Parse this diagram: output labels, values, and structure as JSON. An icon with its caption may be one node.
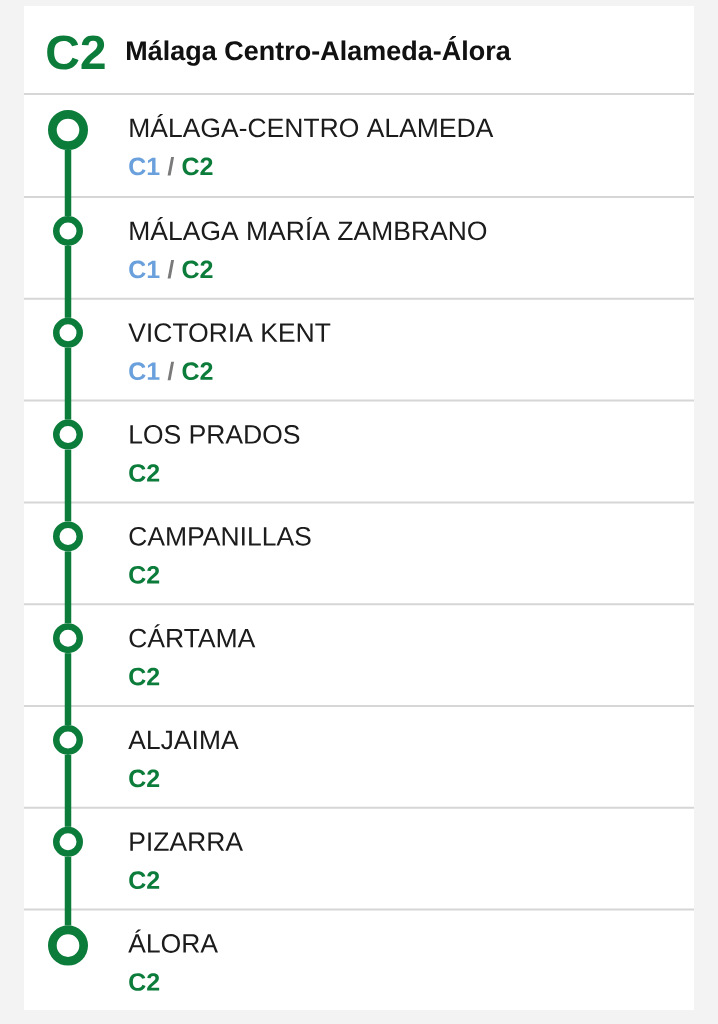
{
  "diagram": {
    "title": "Málaga Centro-Alameda-Álora",
    "nodes": [
      {
        "text": [],
        "shape": "circle",
        "beside": [
          "MÁLAGA-CENTRO ALAMEDA",
          "C1",
          "/",
          "C2"
        ]
      },
      {
        "text": [],
        "shape": "circle",
        "beside": [
          "MÁLAGA MARÍA ZAMBRANO",
          "C1",
          "/",
          "C2"
        ]
      },
      {
        "text": [],
        "shape": "circle",
        "beside": [
          "VICTORIA KENT",
          "C1",
          "/",
          "C2"
        ]
      },
      {
        "text": [],
        "shape": "circle",
        "beside": [
          "LOS PRADOS",
          "C2"
        ]
      },
      {
        "text": [],
        "shape": "circle",
        "beside": [
          "CAMPANILLAS",
          "C2"
        ]
      },
      {
        "text": [],
        "shape": "circle",
        "beside": [
          "CÁRTAMA",
          "C2"
        ]
      },
      {
        "text": [],
        "shape": "circle",
        "beside": [
          "ALJAIMA",
          "C2"
        ]
      },
      {
        "text": [],
        "shape": "circle",
        "beside": [
          "PIZARRA",
          "C2"
        ]
      },
      {
        "text": [],
        "shape": "circle",
        "beside": [
          "ÁLORA",
          "C2"
        ]
      }
    ],
    "edges": [
      {
        "from": 0,
        "to": 1,
        "arrow": "none"
      },
      {
        "from": 1,
        "to": 2,
        "arrow": "none"
      },
      {
        "from": 2,
        "to": 3,
        "arrow": "none"
      },
      {
        "from": 3,
        "to": 4,
        "arrow": "none"
      },
      {
        "from": 4,
        "to": 5,
        "arrow": "none"
      },
      {
        "from": 5,
        "to": 6,
        "arrow": "none"
      },
      {
        "from": 6,
        "to": 7,
        "arrow": "none"
      },
      {
        "from": 7,
        "to": 8,
        "arrow": "none"
      }
    ],
    "labels": [
      "C2"
    ]
  }
}
